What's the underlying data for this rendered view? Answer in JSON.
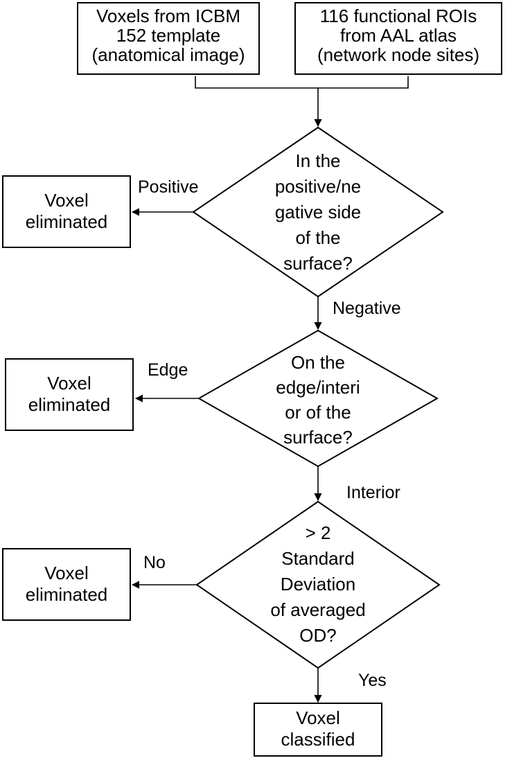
{
  "sources": {
    "left": {
      "line1": "Voxels from ICBM",
      "line2": "152 template",
      "line3": "(anatomical image)"
    },
    "right": {
      "line1": "116 functional ROIs",
      "line2": "from AAL atlas",
      "line3": "(network node sites)"
    }
  },
  "decision1": {
    "lines": [
      "In the",
      "positive/ne",
      "gative side",
      "of the",
      "surface?"
    ],
    "left_label": "Positive",
    "down_label": "Negative"
  },
  "decision2": {
    "lines": [
      "On the",
      "edge/interi",
      "or of the",
      "surface?"
    ],
    "left_label": "Edge",
    "down_label": "Interior"
  },
  "decision3": {
    "lines": [
      "> 2",
      "Standard",
      "Deviation",
      "of averaged",
      "OD?"
    ],
    "left_label": "No",
    "down_label": "Yes"
  },
  "eliminated": {
    "line1": "Voxel",
    "line2": "eliminated"
  },
  "final": {
    "line1": "Voxel",
    "line2": "classified"
  }
}
